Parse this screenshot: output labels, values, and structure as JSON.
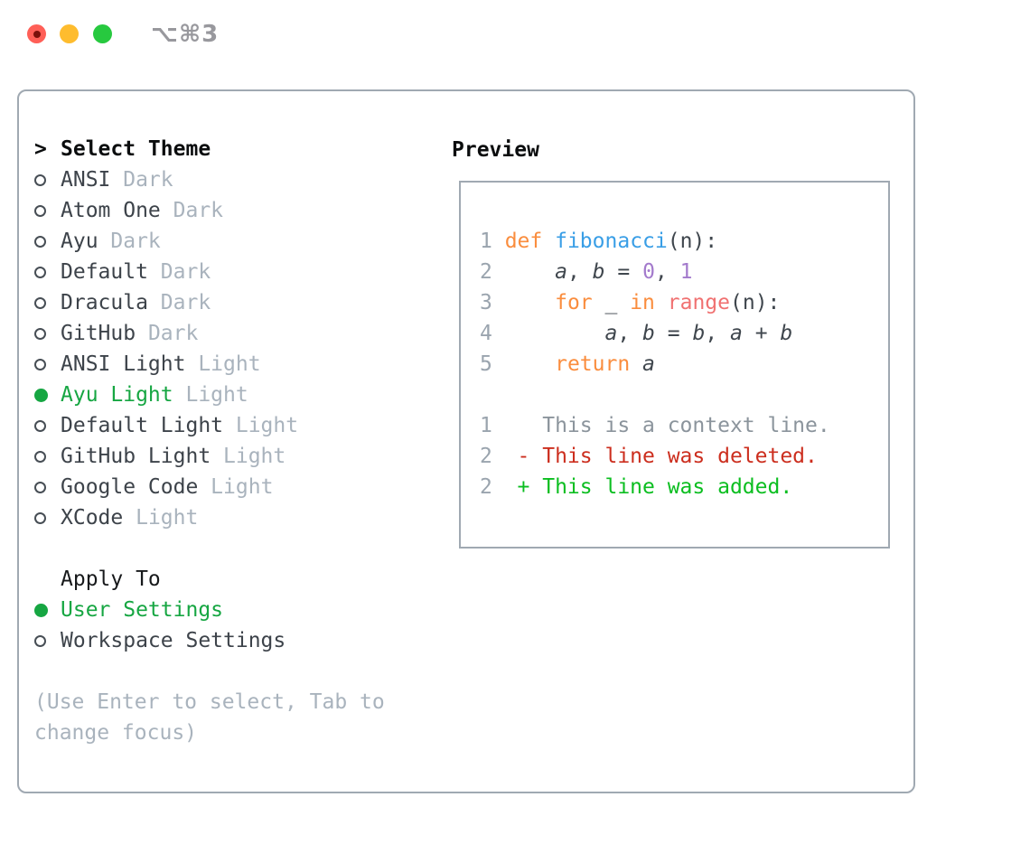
{
  "window": {
    "shortcut_label": "⌥⌘3",
    "traffic_lights": [
      "close-red",
      "minimize-yellow",
      "zoom-green"
    ]
  },
  "sidebar": {
    "title": "Select Theme",
    "title_caret": ">",
    "themes": [
      {
        "name": "ANSI",
        "variant": "Dark",
        "selected": false
      },
      {
        "name": "Atom One",
        "variant": "Dark",
        "selected": false
      },
      {
        "name": "Ayu",
        "variant": "Dark",
        "selected": false
      },
      {
        "name": "Default",
        "variant": "Dark",
        "selected": false
      },
      {
        "name": "Dracula",
        "variant": "Dark",
        "selected": false
      },
      {
        "name": "GitHub",
        "variant": "Dark",
        "selected": false
      },
      {
        "name": "ANSI Light",
        "variant": "Light",
        "selected": false
      },
      {
        "name": "Ayu Light",
        "variant": "Light",
        "selected": true
      },
      {
        "name": "Default Light",
        "variant": "Light",
        "selected": false
      },
      {
        "name": "GitHub Light",
        "variant": "Light",
        "selected": false
      },
      {
        "name": "Google Code",
        "variant": "Light",
        "selected": false
      },
      {
        "name": "XCode",
        "variant": "Light",
        "selected": false
      }
    ],
    "apply_to": {
      "header": "Apply To",
      "options": [
        {
          "label": "User Settings",
          "selected": true
        },
        {
          "label": "Workspace Settings",
          "selected": false
        }
      ]
    },
    "hint_lines": [
      "(Use Enter to select, Tab to",
      "change focus)"
    ]
  },
  "preview": {
    "title": "Preview",
    "code_lines": [
      {
        "num": "1",
        "kind": "code",
        "tokens": [
          {
            "c": "fg",
            "t": " "
          },
          {
            "c": "kw",
            "t": "def"
          },
          {
            "c": "fg",
            "t": " "
          },
          {
            "c": "fn",
            "t": "fibonacci"
          },
          {
            "c": "fg",
            "t": "(n):"
          }
        ]
      },
      {
        "num": "2",
        "kind": "code",
        "tokens": [
          {
            "c": "fg",
            "t": "     "
          },
          {
            "c": "var",
            "t": "a"
          },
          {
            "c": "fg",
            "t": ", "
          },
          {
            "c": "var",
            "t": "b"
          },
          {
            "c": "fg",
            "t": " = "
          },
          {
            "c": "num",
            "t": "0"
          },
          {
            "c": "fg",
            "t": ", "
          },
          {
            "c": "num",
            "t": "1"
          }
        ]
      },
      {
        "num": "3",
        "kind": "code",
        "tokens": [
          {
            "c": "fg",
            "t": "     "
          },
          {
            "c": "kw",
            "t": "for"
          },
          {
            "c": "fg",
            "t": " _ "
          },
          {
            "c": "kw",
            "t": "in"
          },
          {
            "c": "fg",
            "t": " "
          },
          {
            "c": "call",
            "t": "range"
          },
          {
            "c": "fg",
            "t": "(n):"
          }
        ]
      },
      {
        "num": "4",
        "kind": "code",
        "tokens": [
          {
            "c": "fg",
            "t": "         "
          },
          {
            "c": "var",
            "t": "a"
          },
          {
            "c": "fg",
            "t": ", "
          },
          {
            "c": "var",
            "t": "b"
          },
          {
            "c": "fg",
            "t": " = "
          },
          {
            "c": "var",
            "t": "b"
          },
          {
            "c": "fg",
            "t": ", "
          },
          {
            "c": "var",
            "t": "a"
          },
          {
            "c": "fg",
            "t": " + "
          },
          {
            "c": "var",
            "t": "b"
          }
        ]
      },
      {
        "num": "5",
        "kind": "code",
        "tokens": [
          {
            "c": "fg",
            "t": "     "
          },
          {
            "c": "kw",
            "t": "return"
          },
          {
            "c": "fg",
            "t": " "
          },
          {
            "c": "var",
            "t": "a"
          }
        ]
      },
      {
        "num": "",
        "kind": "blank",
        "tokens": []
      },
      {
        "num": "1",
        "kind": "diff-context",
        "tokens": [
          {
            "c": "ctx",
            "t": "    This is a context line."
          }
        ]
      },
      {
        "num": "2",
        "kind": "diff-deleted",
        "tokens": [
          {
            "c": "del",
            "t": "  - This line was deleted."
          }
        ]
      },
      {
        "num": "2",
        "kind": "diff-added",
        "tokens": [
          {
            "c": "add",
            "t": "  + This line was added."
          }
        ]
      }
    ]
  },
  "colors": {
    "accent_green": "#16A642",
    "diff_added": "#0BBE20",
    "diff_removed": "#CC2E1E",
    "syntax_keyword": "#FA8D3E",
    "syntax_function": "#399EE6",
    "syntax_number": "#A37ACC",
    "syntax_builtin": "#F07171",
    "code_text": "#3F464D",
    "muted": "#A9B3BD",
    "line_number": "#9AA4AE",
    "border": "#A0A9B2",
    "traffic_red": "#FF5F57",
    "traffic_yellow": "#FEBC2E",
    "traffic_green": "#27C93F"
  }
}
